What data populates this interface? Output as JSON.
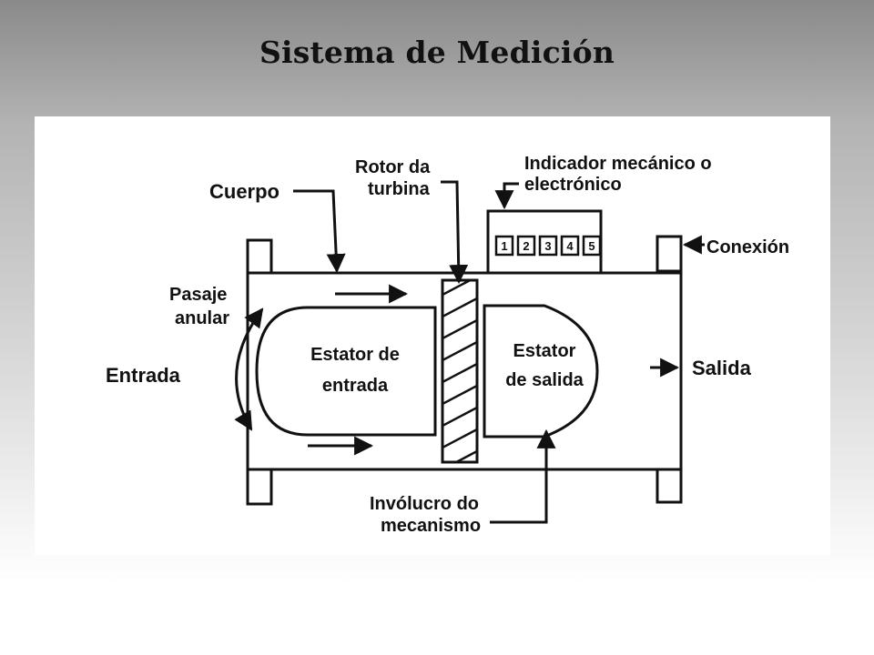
{
  "title": "Sistema de Medición",
  "labels": {
    "cuerpo": "Cuerpo",
    "rotor_l1": "Rotor da",
    "rotor_l2": "turbina",
    "indicador_l1": "Indicador mecánico o",
    "indicador_l2": "electrónico",
    "conexion": "Conexión",
    "pasaje_l1": "Pasaje",
    "pasaje_l2": "anular",
    "entrada": "Entrada",
    "estator_entrada_l1": "Estator de",
    "estator_entrada_l2": "entrada",
    "estator_salida_l1": "Estator",
    "estator_salida_l2": "de salida",
    "salida": "Salida",
    "involucro_l1": "Invólucro do",
    "involucro_l2": "mecanismo"
  },
  "indicator_digits": [
    "1",
    "2",
    "3",
    "4",
    "5"
  ]
}
